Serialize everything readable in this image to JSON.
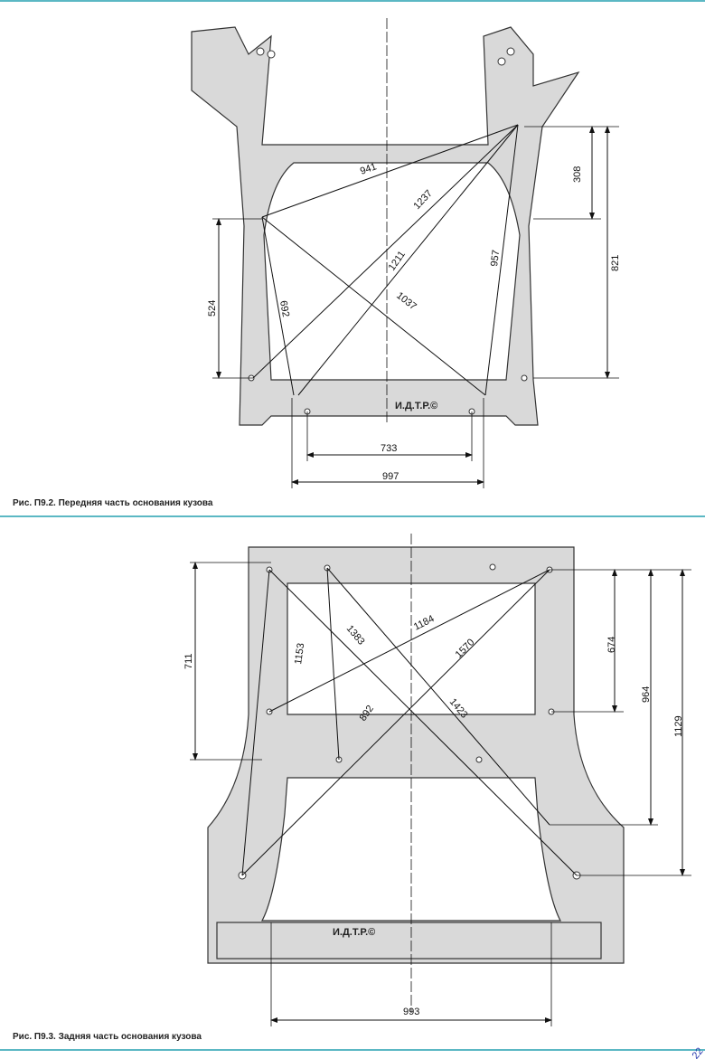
{
  "figures": [
    {
      "caption": "Рис. П9.2. Передняя часть основания кузова",
      "watermark": "И.Д.Т.Р.©",
      "dimensions": [
        "941",
        "1237",
        "1211",
        "957",
        "1037",
        "692",
        "524",
        "308",
        "821",
        "733",
        "997"
      ]
    },
    {
      "caption": "Рис. П9.3. Задняя часть основания кузова",
      "watermark": "И.Д.Т.Р.©",
      "dimensions": [
        "711",
        "1153",
        "1383",
        "1184",
        "1570",
        "892",
        "1423",
        "674",
        "964",
        "1129",
        "993"
      ]
    }
  ],
  "corner_mark": "22"
}
